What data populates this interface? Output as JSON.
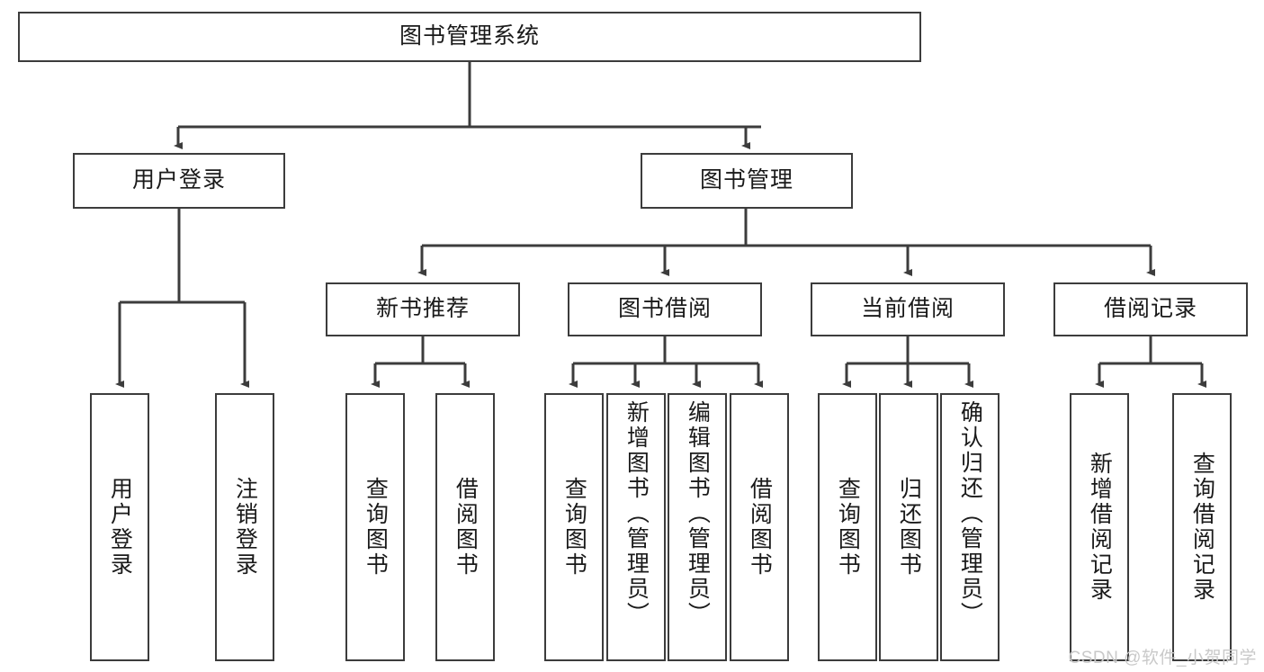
{
  "diagram": {
    "type": "tree-hierarchy-chart",
    "title": "图书管理系统",
    "stroke_color": "#3c3c3c",
    "text_color": "#1a1a1a",
    "background_color": "#ffffff",
    "root": {
      "label": "图书管理系统"
    },
    "level2": [
      {
        "label": "用户登录"
      },
      {
        "label": "图书管理"
      }
    ],
    "level3": [
      {
        "label": "新书推荐"
      },
      {
        "label": "图书借阅"
      },
      {
        "label": "当前借阅"
      },
      {
        "label": "借阅记录"
      }
    ],
    "leaves": {
      "user_login": [
        {
          "label": "用户登录"
        },
        {
          "label": "注销登录"
        }
      ],
      "new_book_recommend": [
        {
          "label": "查询图书"
        },
        {
          "label": "借阅图书"
        }
      ],
      "book_borrow": [
        {
          "label": "查询图书"
        },
        {
          "label": "新增图书（管理员）"
        },
        {
          "label": "编辑图书（管理员）"
        },
        {
          "label": "借阅图书"
        }
      ],
      "current_borrow": [
        {
          "label": "查询图书"
        },
        {
          "label": "归还图书"
        },
        {
          "label": "确认归还（管理员）"
        }
      ],
      "borrow_record": [
        {
          "label": "新增借阅记录"
        },
        {
          "label": "查询借阅记录"
        }
      ]
    }
  },
  "watermark": {
    "text": "CSDN @软件_小贺同学"
  }
}
